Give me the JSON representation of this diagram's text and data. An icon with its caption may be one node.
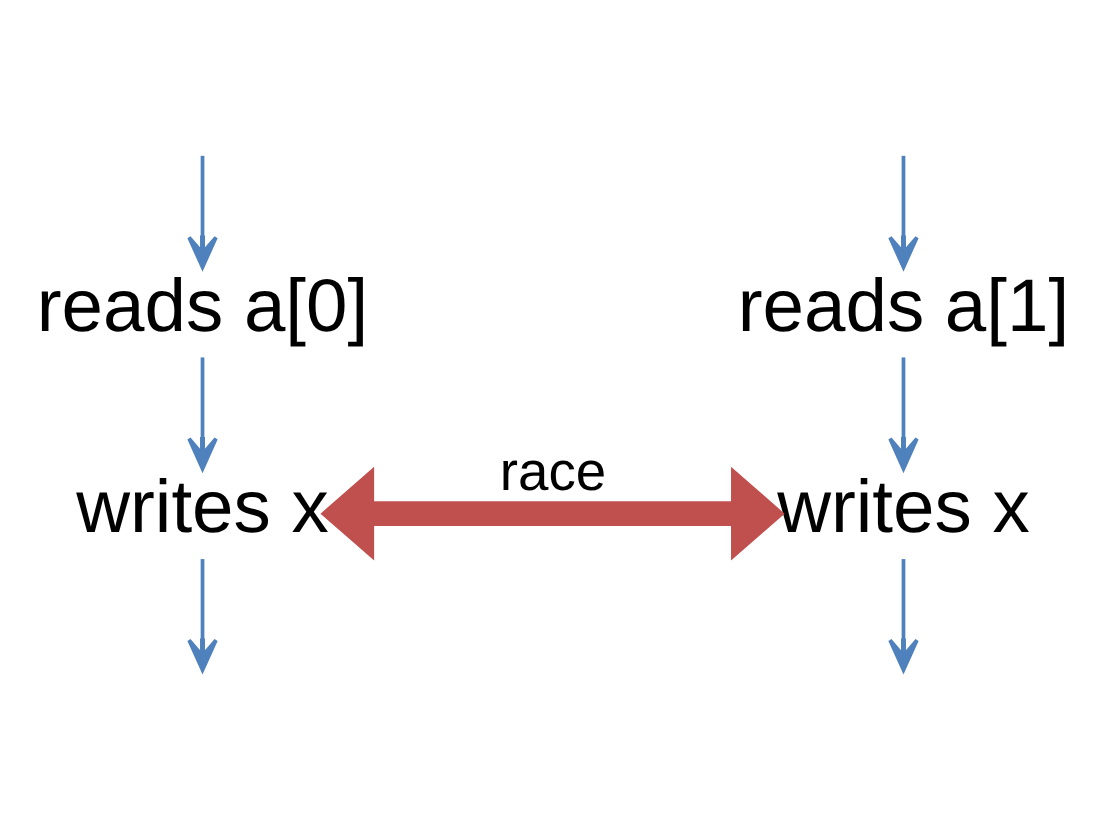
{
  "diagram": {
    "nodes": [
      {
        "text": [
          "reads a[0]"
        ]
      },
      {
        "text": [
          "reads a[1]"
        ]
      },
      {
        "text": [
          "writes x"
        ]
      },
      {
        "text": [
          "writes x"
        ]
      }
    ],
    "edges": [
      {
        "from": null,
        "to": 0,
        "arrow": "to"
      },
      {
        "from": null,
        "to": 1,
        "arrow": "to"
      },
      {
        "from": 0,
        "to": 2,
        "arrow": "to"
      },
      {
        "from": 1,
        "to": 3,
        "arrow": "to"
      },
      {
        "from": 2,
        "to": 3,
        "arrow": "both",
        "label": "race",
        "style": "thick",
        "color": "#c0504d"
      },
      {
        "from": 2,
        "to": null,
        "arrow": "to"
      },
      {
        "from": 3,
        "to": null,
        "arrow": "to"
      }
    ]
  }
}
